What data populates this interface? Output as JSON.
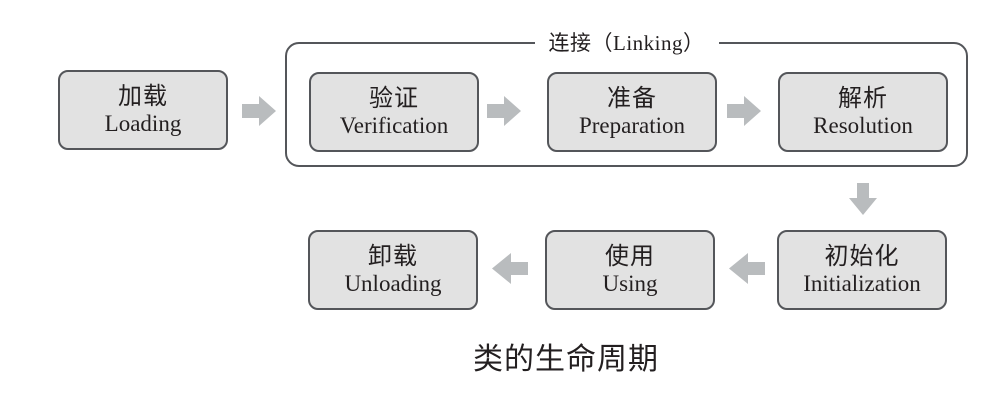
{
  "diagram": {
    "caption": "类的生命周期",
    "linking_label": "连接（Linking）",
    "stages": [
      {
        "zh": "加载",
        "en": "Loading"
      },
      {
        "zh": "验证",
        "en": "Verification"
      },
      {
        "zh": "准备",
        "en": "Preparation"
      },
      {
        "zh": "解析",
        "en": "Resolution"
      },
      {
        "zh": "初始化",
        "en": "Initialization"
      },
      {
        "zh": "使用",
        "en": "Using"
      },
      {
        "zh": "卸载",
        "en": "Unloading"
      }
    ]
  },
  "icons": {
    "flow_right": "arrow-right-icon",
    "flow_left": "arrow-left-icon",
    "flow_down": "arrow-down-icon"
  },
  "colors": {
    "background": "#ffffff",
    "box_fill": "#e2e2e2",
    "box_border": "#54565a",
    "container_border": "#54565a",
    "arrow_fill": "#b9bcbe",
    "text": "#231f20"
  }
}
